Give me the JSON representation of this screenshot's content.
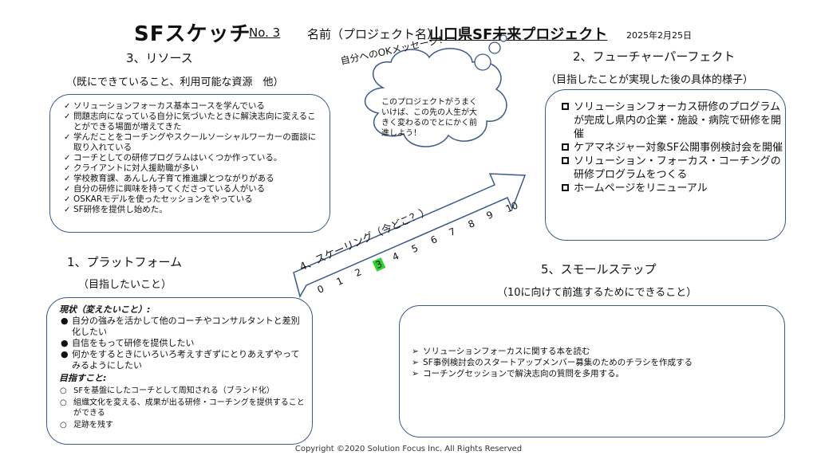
{
  "header": {
    "title": "SFスケッチ",
    "no_label": "No. 3",
    "no_value": "",
    "name_label": "名前（プロジェクト名）",
    "project_name": "山口県SF未来プロジェクト",
    "date": "2025年2月25日"
  },
  "resources": {
    "heading": "3、リソース",
    "subheading": "（既にできていること、利用可能な資源　他）",
    "items": [
      "ソリューションフォーカス基本コースを学んでいる",
      "問題志向になっている自分に気づいたときに解決志向に変えることができる場面が増えてきた",
      "学んだことをコーチングやスクールソーシャルワーカーの面談に取り入れている",
      "コーチとしての研修プログラムはいくつか作っている。",
      "クライアントに対人援助職が多い",
      "学校教育課、あんしん子育て推進課とつながりがある",
      "自分の研修に興味を持ってくださっている人がいる",
      "OSKARモデルを使ったセッションをやっている",
      "SF研修を提供し始めた。"
    ]
  },
  "message": {
    "label": "自分へのOKメッセージ！",
    "text": "このプロジェクトがうまくいけば、この先の人生が大きく変わるのでとにかく前進しよう！"
  },
  "perfect": {
    "heading": "2、フューチャーパーフェクト",
    "subheading": "（目指したことが実現した後の具体的様子）",
    "items": [
      "ソリューションフォーカス研修のプログラムが完成し県内の企業・施設・病院で研修を開催",
      "ケアマネジャー対象SF公開事例検討会を開催",
      "ソリューション・フォーカス・コーチングの研修プログラムをつくる",
      "ホームページをリニューアル"
    ]
  },
  "scaling": {
    "label": "4、スケーリング（今どこ？）",
    "numbers": [
      "0",
      "1",
      "2",
      "3",
      "4",
      "5",
      "6",
      "7",
      "8",
      "9",
      "10"
    ],
    "current": 3,
    "highlight_color": "#2fd12f"
  },
  "platform": {
    "heading": "1、プラットフォーム",
    "subheading": "（目指したいこと）",
    "current_label": "現状（変えたいこと）:",
    "current_items": [
      "自分の強みを活かして他のコーチやコンサルタントと差別化したい",
      "自信をもって研修を提供したい",
      "何かをするときにいろいろ考えすぎずにとりあえずやってみるようにしたい"
    ],
    "goal_label": "目指すこと:",
    "goal_items": [
      "SFを基盤にしたコーチとして周知される（ブランド化）",
      "組織文化を変える、成果が出る研修・コーチングを提供することができる",
      "足跡を残す"
    ]
  },
  "small_steps": {
    "heading": "5、スモールステップ",
    "subheading": "（10に向けて前進するためにできること）",
    "items": [
      "ソリューションフォーカスに関する本を読む",
      "SF事例検討会のスタートアップメンバー募集のためのチラシを作成する",
      "コーチングセッションで解決志向の質問を多用する。"
    ]
  },
  "footer": {
    "copyright": "Copyright ©2020 Solution Focus Inc. All Rights Reserved"
  },
  "colors": {
    "box_border": "#3a5a8a",
    "text": "#111111"
  }
}
